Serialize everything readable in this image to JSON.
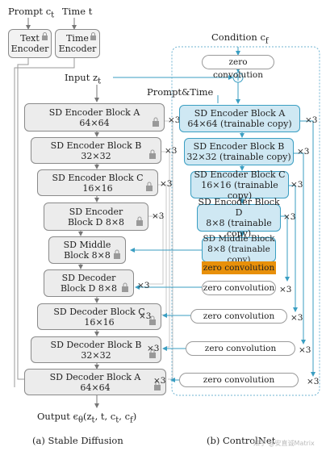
{
  "top": {
    "prompt_label": "Prompt c",
    "prompt_sub": "t",
    "time_label": "Time t",
    "text_encoder": [
      "Text",
      "Encoder"
    ],
    "time_encoder": [
      "Time",
      "Encoder"
    ]
  },
  "input": {
    "label": "Input z",
    "sub": "t"
  },
  "condition": {
    "label": "Condition c",
    "sub": "f"
  },
  "prompt_time": "Prompt&Time",
  "zero_convolution": "zero convolution",
  "times3": "×3",
  "stable_diffusion": {
    "caption": "(a) Stable Diffusion",
    "blocks": [
      {
        "line1": "SD Encoder Block A",
        "line2": "64×64"
      },
      {
        "line1": "SD Encoder Block B",
        "line2": "32×32"
      },
      {
        "line1": "SD Encoder Block C",
        "line2": "16×16"
      },
      {
        "line1": "SD Encoder",
        "line2": "Block D 8×8"
      },
      {
        "line1": "SD Middle",
        "line2": "Block 8×8"
      },
      {
        "line1": "SD Decoder",
        "line2": "Block D 8×8"
      },
      {
        "line1": "SD Decoder Block C",
        "line2": "16×16"
      },
      {
        "line1": "SD Decoder Block B",
        "line2": "32×32"
      },
      {
        "line1": "SD Decoder Block A",
        "line2": "64×64"
      }
    ],
    "output": "Output ϵ",
    "output_sub": "θ",
    "output_args": "(z",
    "output_args_sub": "t",
    "output_rest": ", t, c",
    "output_rest_sub": "t",
    "output_end": ", c",
    "output_end_sub": "f",
    "output_close": ")"
  },
  "controlnet": {
    "caption": "(b) ControlNet",
    "blocks": [
      {
        "line1": "SD Encoder Block A",
        "line2": "64×64 (trainable copy)"
      },
      {
        "line1": "SD Encoder Block B",
        "line2": "32×32 (trainable copy)"
      },
      {
        "line1": "SD Encoder Block C",
        "line2": "16×16 (trainable copy)"
      },
      {
        "line1": "SD Encoder Block D",
        "line2": "8×8 (trainable copy)"
      },
      {
        "line1": "SD Middle Block",
        "line2": "8×8 (trainable copy)"
      }
    ]
  },
  "watermark": "知乎 @安直诚Matrix",
  "colors": {
    "frozen_fill": "#ececec",
    "trainable_fill": "#cfe8f3",
    "trainable_border": "#3a9ec2",
    "arrow_blue": "#3a9ec2",
    "zero_conv_highlight": "#e8900a"
  }
}
